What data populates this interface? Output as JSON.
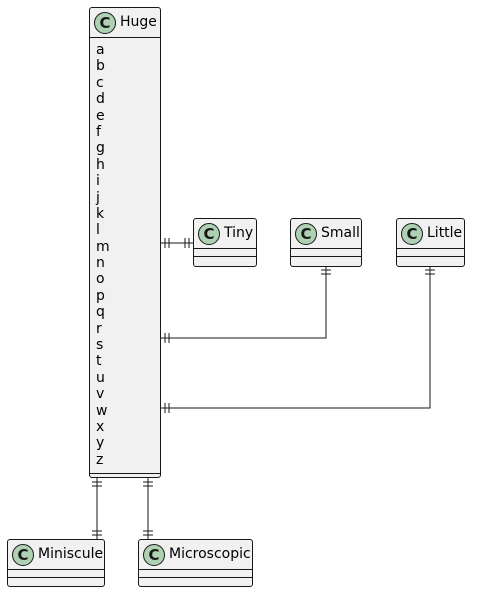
{
  "diagram": {
    "huge": {
      "name": "Huge",
      "fields": [
        "a",
        "b",
        "c",
        "d",
        "e",
        "f",
        "g",
        "h",
        "i",
        "j",
        "k",
        "l",
        "m",
        "n",
        "o",
        "p",
        "q",
        "r",
        "s",
        "t",
        "u",
        "v",
        "w",
        "x",
        "y",
        "z"
      ]
    },
    "tiny": {
      "name": "Tiny"
    },
    "small": {
      "name": "Small"
    },
    "little": {
      "name": "Little"
    },
    "miniscule": {
      "name": "Miniscule"
    },
    "microscopic": {
      "name": "Microscopic"
    },
    "class_icon_letter": "C",
    "relations": [
      {
        "from": "Huge",
        "to": "Tiny",
        "from_end": "one-and-only-one",
        "to_end": "one-and-only-one"
      },
      {
        "from": "Huge",
        "to": "Small",
        "from_end": "one-and-only-one",
        "to_end": "one-and-only-one"
      },
      {
        "from": "Huge",
        "to": "Little",
        "from_end": "one-and-only-one",
        "to_end": "one-and-only-one"
      },
      {
        "from": "Huge",
        "to": "Miniscule",
        "from_end": "one-and-only-one",
        "to_end": "one-and-only-one"
      },
      {
        "from": "Huge",
        "to": "Microscopic",
        "from_end": "one-and-only-one",
        "to_end": "one-and-only-one"
      }
    ],
    "colors": {
      "class_fill": "#f1f1f1",
      "icon_fill": "#add1b2",
      "line": "#181818"
    }
  }
}
